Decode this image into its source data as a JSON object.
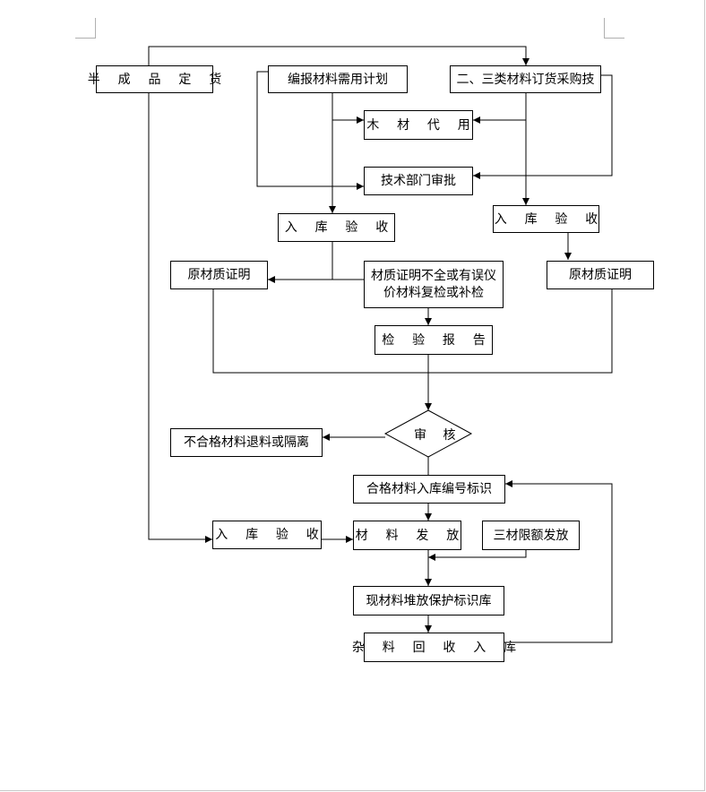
{
  "nodes": {
    "semi_order": "半 成 品 定 货",
    "compile_plan": "编报材料需用计划",
    "class23_order": "二、三类材料订货采购技",
    "wood_substitute": "木 材 代 用",
    "tech_approval": "技术部门审批",
    "receive_left": "入 库 验 收",
    "receive_right": "入 库 验 收",
    "cert_left": "原材质证明",
    "cert_right": "原材质证明",
    "recheck": "材质证明不全或有误仪价材料复检或补检",
    "inspection_report": "检 验 报 告",
    "review": "审 核",
    "reject": "不合格材料退料或隔离",
    "qualified_label": "合格材料入库编号标识",
    "receive_bottom": "入 库 验 收",
    "issue": "材 料 发 放",
    "quota_issue": "三材限额发放",
    "stacking": "现材料堆放保护标识库",
    "scrap_return": "杂 料 回 收 入 库"
  }
}
